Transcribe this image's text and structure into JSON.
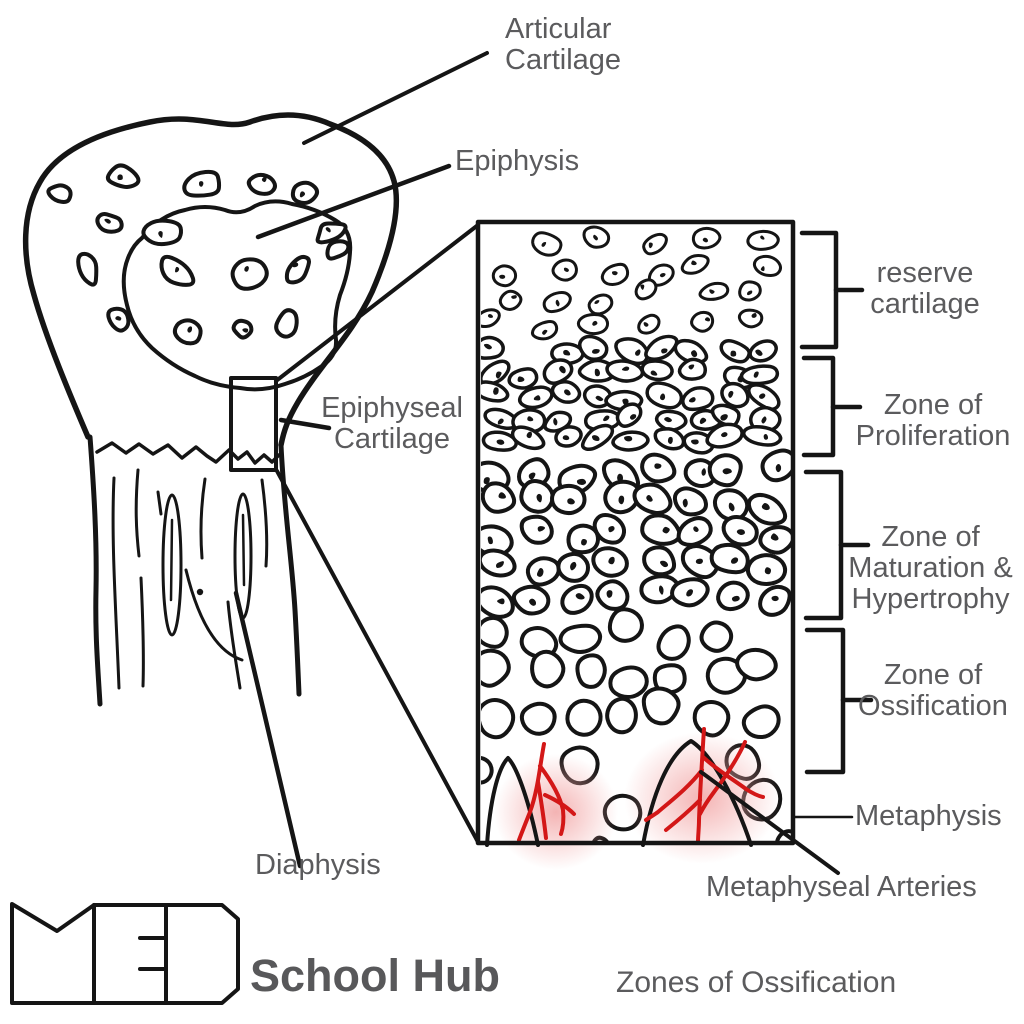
{
  "caption": "Zones of Ossification",
  "brand": {
    "logo_text": "MED",
    "name": "School Hub"
  },
  "labels": {
    "articular_cartilage": "Articular\nCartilage",
    "epiphysis": "Epiphysis",
    "epiphyseal_cartilage": "Epiphyseal\nCartilage",
    "diaphysis": "Diaphysis",
    "reserve_cartilage": "reserve\ncartilage",
    "zone_proliferation": "Zone of\nProliferation",
    "zone_maturation": "Zone of\nMaturation &\nHypertrophy",
    "zone_ossification": "Zone of\nOssification",
    "metaphysis": "Metaphysis",
    "metaphyseal_arteries": "Metaphyseal Arteries"
  },
  "colors": {
    "label_gray": "#5b5b5d",
    "brand_gray": "#58585a",
    "ink": "#151515",
    "artery_red": "#d31717",
    "glow_pink": "#f2a6a6"
  }
}
